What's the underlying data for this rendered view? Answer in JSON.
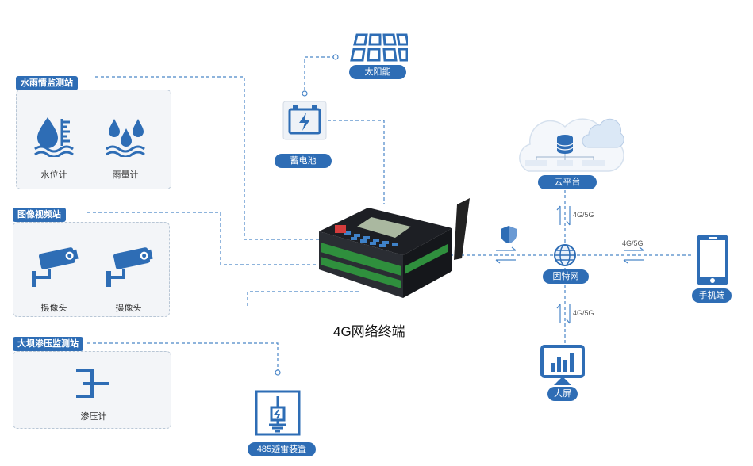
{
  "stations": {
    "water": {
      "title": "水雨情监测站",
      "items": [
        "水位计",
        "雨量计"
      ]
    },
    "video": {
      "title": "图像视频站",
      "items": [
        "摄像头",
        "摄像头"
      ]
    },
    "dam": {
      "title": "大坝渗压监测站",
      "items": [
        "渗压计"
      ]
    }
  },
  "power": {
    "solar": "太阳能",
    "battery": "蓄电池"
  },
  "terminal": {
    "caption": "4G网络终端"
  },
  "network": {
    "cloud": "云平台",
    "internet": "因特网",
    "phone": "手机端",
    "screen": "大屏",
    "lightning": "485避雷装置",
    "link_up": "4G/5G",
    "link_right": "4G/5G",
    "link_down": "4G/5G"
  },
  "colors": {
    "primary": "#2e6db5",
    "line": "#4a86c8",
    "panel_bg": "#f3f5f8"
  }
}
